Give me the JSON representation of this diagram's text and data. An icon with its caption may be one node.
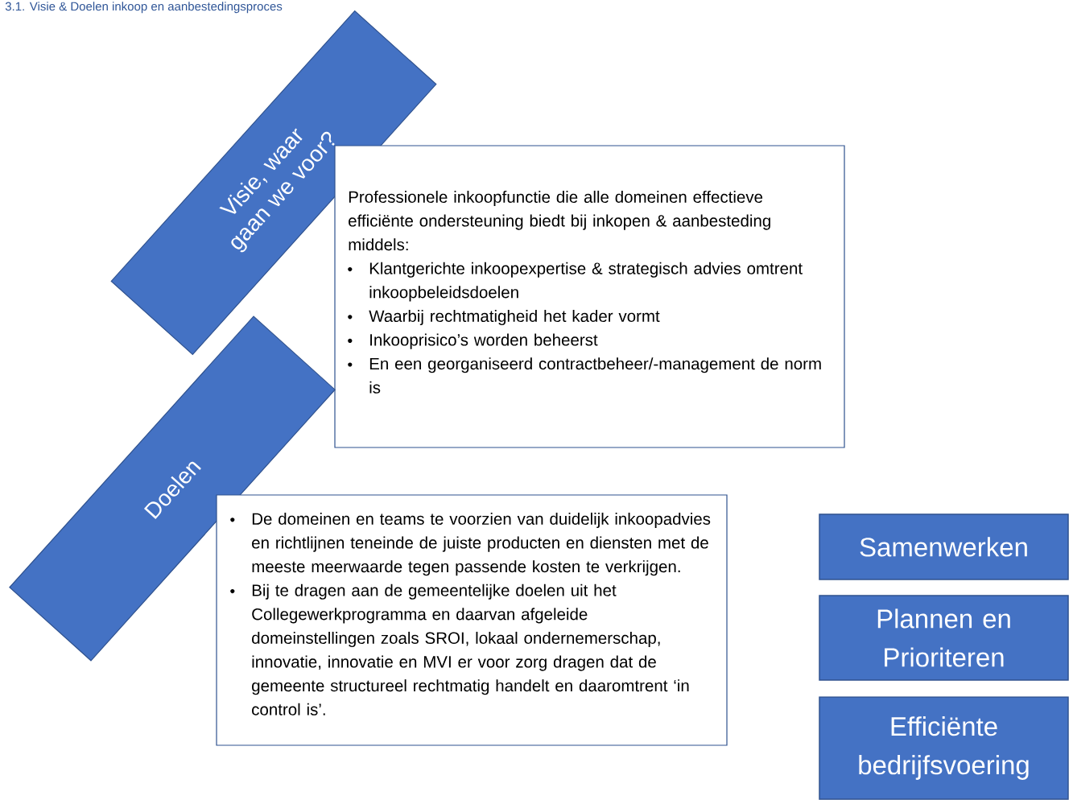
{
  "diagram": {
    "title": "3.1. Visie & Doelen inkoop en aanbestedingsproces",
    "nodes": [
      {
        "text": [
          "Visie, waar gaan we voor?"
        ]
      },
      {
        "text": [
          "Professionele inkoopfunctie die alle domeinen effectieve efficiënte ondersteuning biedt bij inkopen & aanbesteding middels:",
          "Klantgerichte inkoopexpertise & strategisch advies omtrent inkoopbeleidsdoelen",
          "Waarbij rechtmatigheid het kader vormt",
          "Inkooprisico’s worden beheerst",
          "En een georganiseerd contractbeheer/-management de norm is"
        ]
      },
      {
        "text": [
          "Doelen"
        ]
      },
      {
        "text": [
          "De domeinen en teams te voorzien van duidelijk inkoopadvies en richtlijnen teneinde de juiste producten en diensten met de meeste meerwaarde tegen passende kosten te verkrijgen.",
          "Bij te dragen aan de gemeentelijke doelen uit het Collegewerkprogramma en daarvan afgeleide domeinstellingen zoals SROI, lokaal ondernemerschap, innovatie, innovatie en MVI er voor zorg dragen dat de gemeente structureel rechtmatig handelt en daaromtrent ‘in control is’."
        ]
      },
      {
        "text": [
          "Samenwerken"
        ]
      },
      {
        "text": [
          "Plannen en Prioriteren"
        ]
      },
      {
        "text": [
          "Efficiënte bedrijfsvoering"
        ]
      }
    ]
  }
}
